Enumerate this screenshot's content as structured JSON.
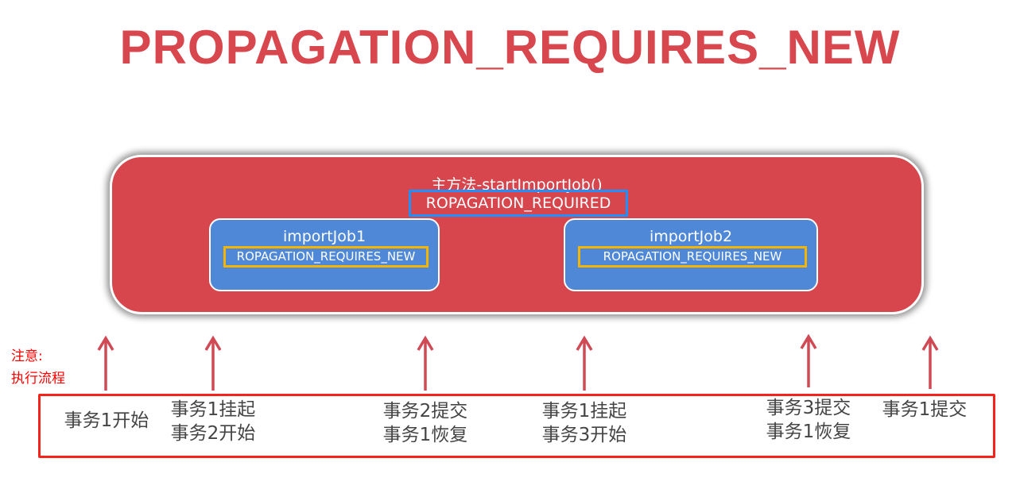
{
  "title": "PROPAGATION_REQUIRES_NEW",
  "main": {
    "name": "主方法-startImportJob()",
    "propagation": "ROPAGATION_REQUIRED"
  },
  "jobs": [
    {
      "name": "importJob1",
      "propagation": "ROPAGATION_REQUIRES_NEW"
    },
    {
      "name": "importJob2",
      "propagation": "ROPAGATION_REQUIRES_NEW"
    }
  ],
  "note": {
    "line1": "注意:",
    "line2": "执行流程"
  },
  "steps": [
    {
      "line1": "事务1开始",
      "line2": ""
    },
    {
      "line1": "事务1挂起",
      "line2": "事务2开始"
    },
    {
      "line1": "事务2提交",
      "line2": "事务1恢复"
    },
    {
      "line1": "事务1挂起",
      "line2": "事务3开始"
    },
    {
      "line1": "事务3提交",
      "line2": "事务1恢复"
    },
    {
      "line1": "事务1提交",
      "line2": ""
    }
  ],
  "colors": {
    "title": "#d9474e",
    "outer": "#d6464c",
    "inner": "#5088d8",
    "arrow": "#d04a55"
  }
}
